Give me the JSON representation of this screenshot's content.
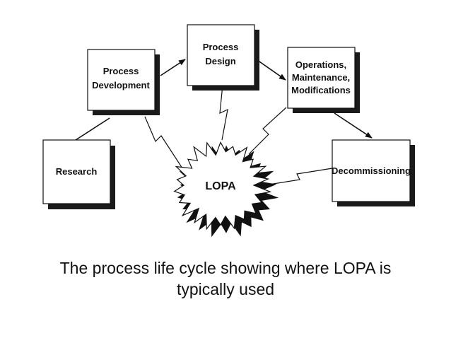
{
  "nodes": {
    "research": [
      "Research"
    ],
    "process_development": [
      "Process",
      "Development"
    ],
    "process_design": [
      "Process",
      "Design"
    ],
    "operations": [
      "Operations,",
      "Maintenance,",
      "Modifications"
    ],
    "decommissioning": [
      "Decommissioning"
    ]
  },
  "center": {
    "label": "LOPA"
  },
  "caption": {
    "line1": "The process life cycle showing where LOPA is",
    "line2": "typically used"
  },
  "colors": {
    "stroke": "#111111",
    "shadow": "#1a1a1a",
    "box_fill": "#ffffff"
  }
}
